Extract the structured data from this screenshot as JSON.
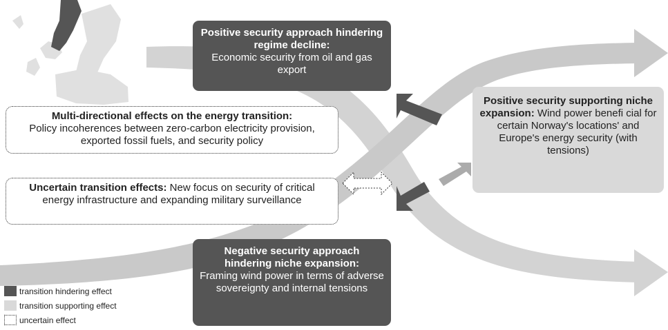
{
  "boxes": {
    "regime_decline": {
      "title": "Positive security approach hindering regime decline:",
      "body": "Economic security from oil and gas export"
    },
    "niche_supporting": {
      "title": "Positive security supporting niche expansion:",
      "body": "Wind power benefi cial for certain Norway's locations' and Europe's energy security (with tensions)"
    },
    "multi_directional": {
      "title": "Multi-directional effects on the energy transition:",
      "body": "Policy incoherences between zero-carbon electricity provision, exported fossil fuels, and security policy"
    },
    "uncertain": {
      "title": "Uncertain transition effects:",
      "body": "New focus on security of critical energy infrastructure and expanding military surveillance"
    },
    "niche_hindering": {
      "title": "Negative security approach hindering niche expansion:",
      "body": "Framing wind power in terms of adverse sovereignty and internal tensions"
    }
  },
  "legend": {
    "hindering": {
      "label": "transition hindering effect",
      "color": "#555555"
    },
    "supporting": {
      "label": "transition supporting effect",
      "color": "#d9d9d9"
    },
    "uncertain": {
      "label": "uncertain effect"
    }
  },
  "colors": {
    "dark_arrow": "#555555",
    "light_arrow": "#d3d3d3",
    "map_land": "#e0e0e0",
    "map_highlight": "#555555"
  },
  "icons": {
    "map": "europe-map-norway-highlighted-icon"
  }
}
